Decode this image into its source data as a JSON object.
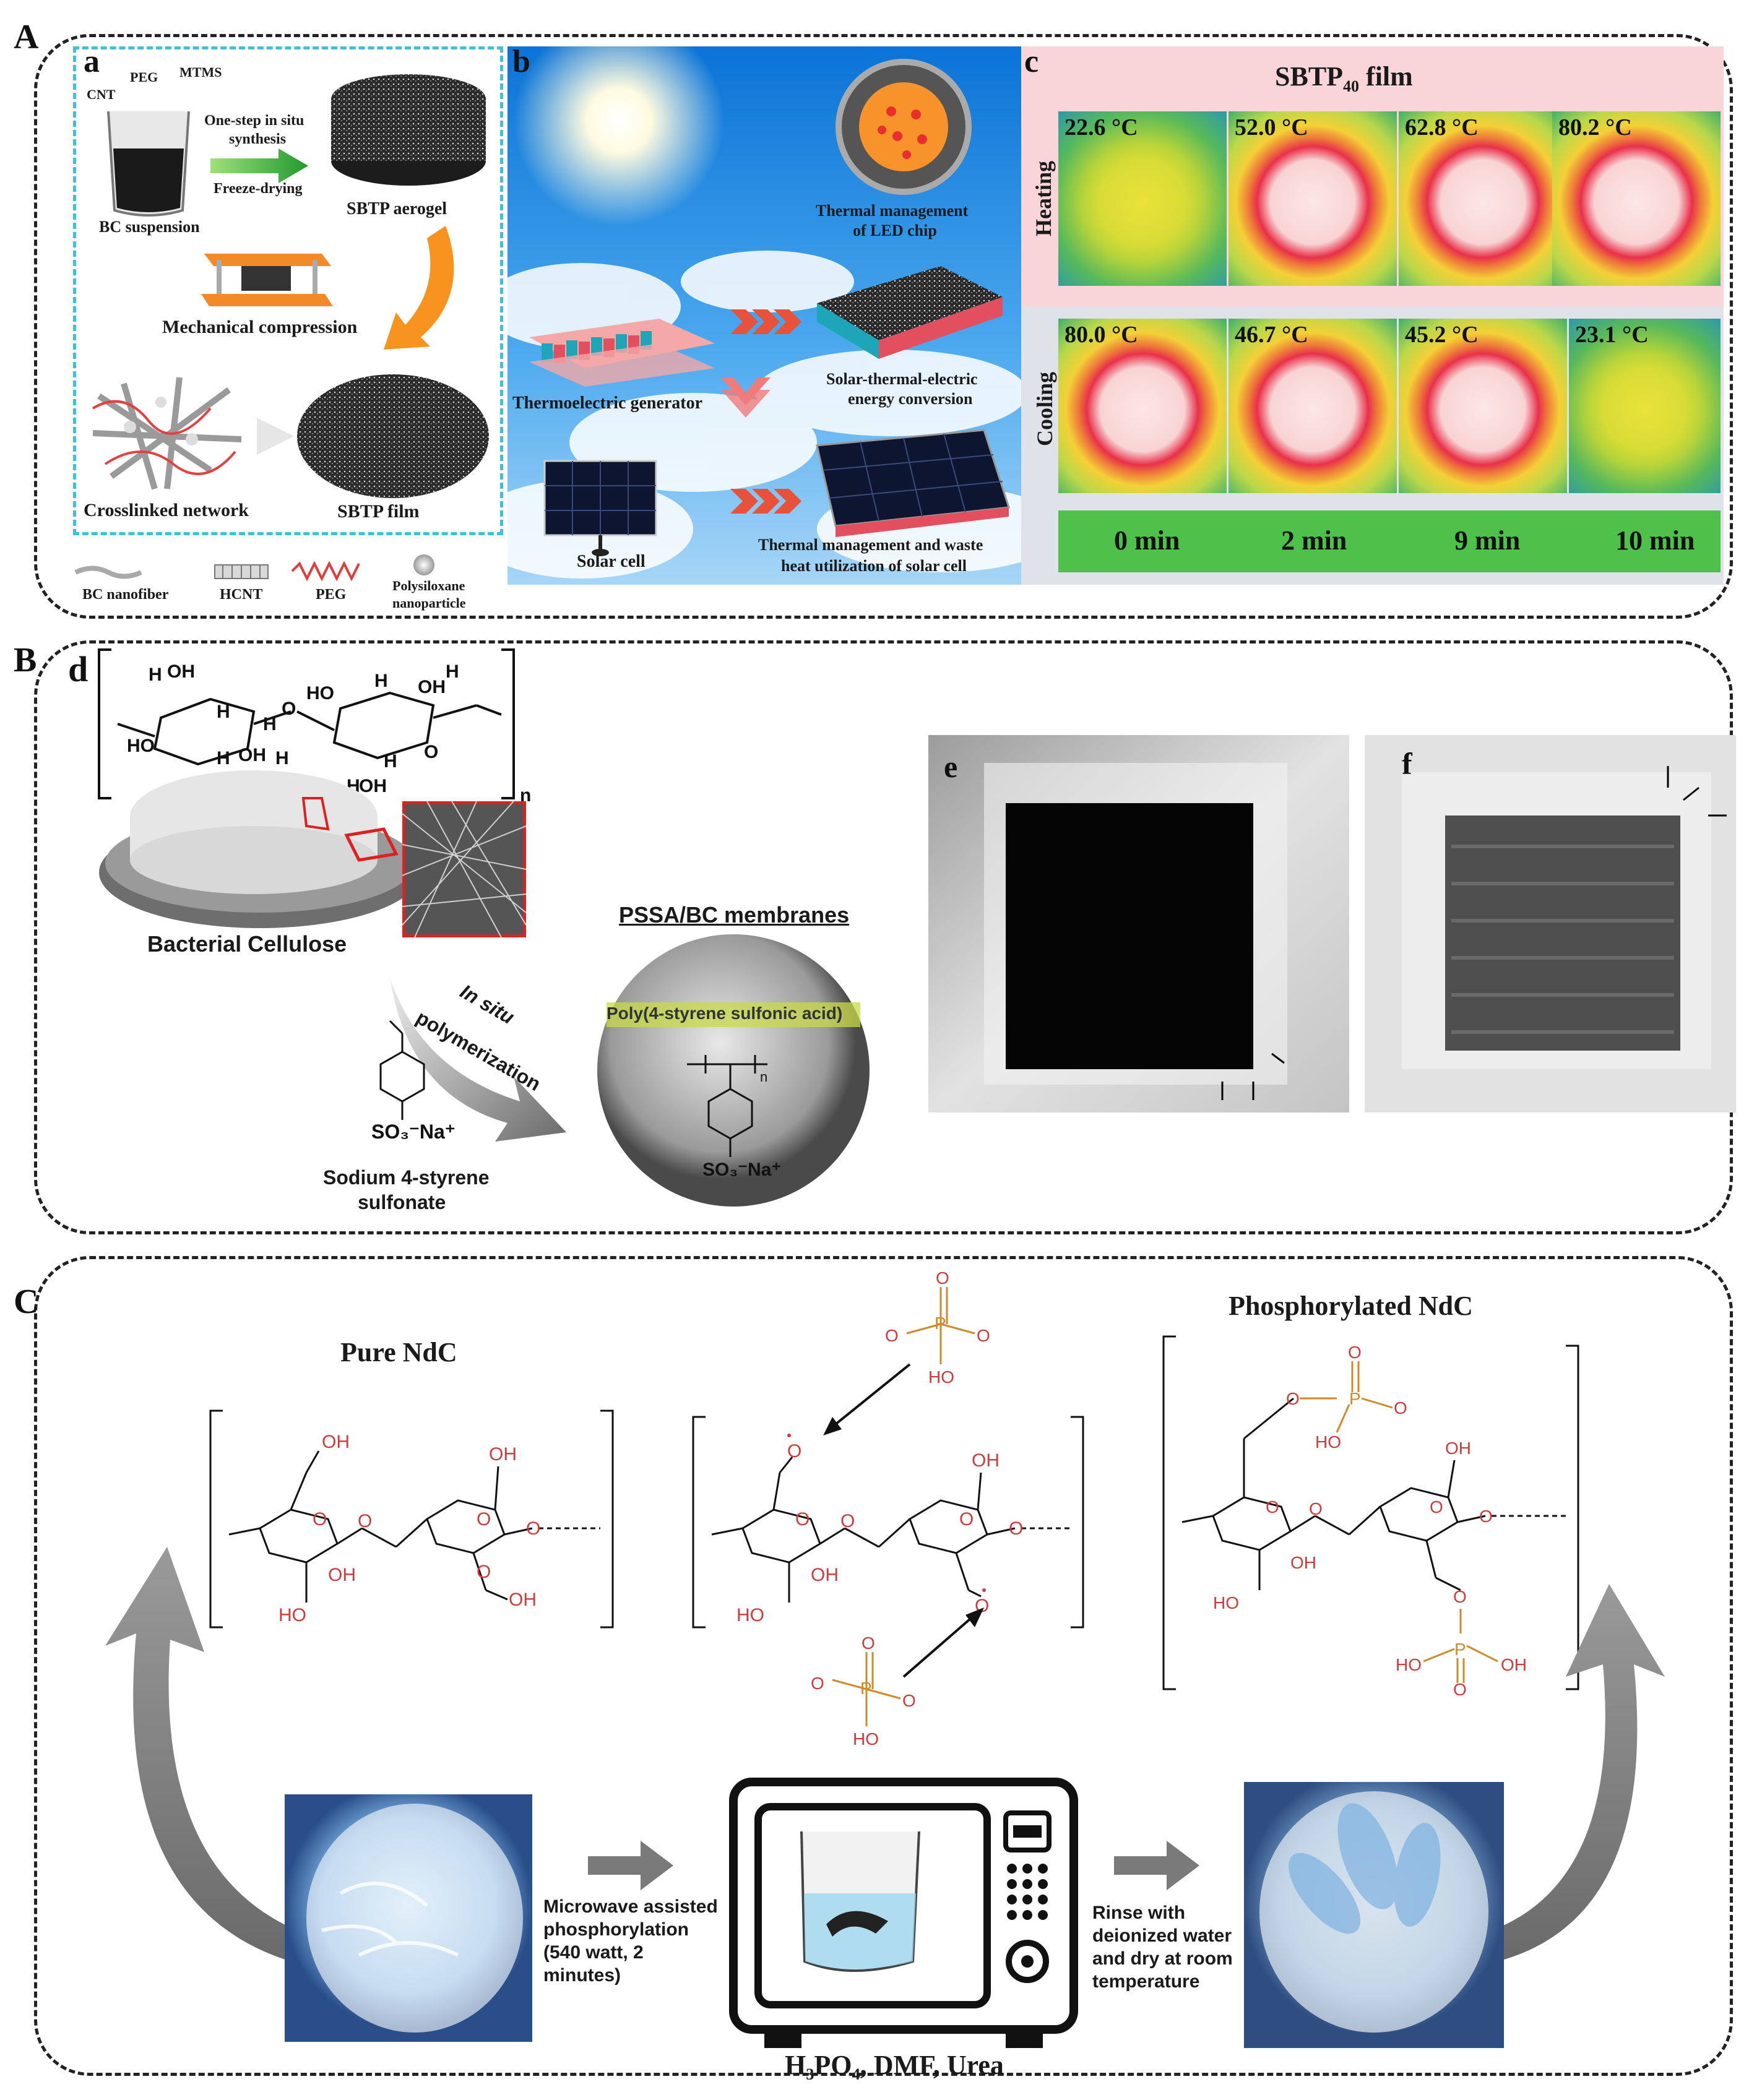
{
  "panels": {
    "A": {
      "letter": "A",
      "a": {
        "letter": "a",
        "cnt": "CNT",
        "peg": "PEG",
        "mtms": "MTMS",
        "one_step": "One-step in situ",
        "synthesis": "synthesis",
        "freeze": "Freeze-drying",
        "bc_susp": "BC suspension",
        "aerogel": "SBTP aerogel",
        "compression": "Mechanical compression",
        "network": "Crosslinked network",
        "film": "SBTP film",
        "legend": [
          "BC nanofiber",
          "HCNT",
          "PEG",
          "Polysiloxane",
          "nanoparticle"
        ]
      },
      "b": {
        "letter": "b",
        "led1": "Thermal management",
        "led2": "of LED chip",
        "teg": "Thermoelectric generator",
        "ste1": "Solar-thermal-electric",
        "ste2": "energy conversion",
        "solar_cell": "Solar cell",
        "tm1": "Thermal management and waste",
        "tm2": "heat utilization of solar cell"
      },
      "c": {
        "letter": "c",
        "title_main": "SBTP",
        "title_sub": "40",
        "title_rest": " film",
        "heating": "Heating",
        "cooling": "Cooling",
        "heating_temps": [
          "22.6 °C",
          "52.0 °C",
          "62.8 °C",
          "80.2 °C"
        ],
        "cooling_temps": [
          "80.0 °C",
          "46.7 °C",
          "45.2 °C",
          "23.1 °C"
        ],
        "times": [
          "0 min",
          "2 min",
          "9 min",
          "10 min"
        ]
      }
    },
    "B": {
      "letter": "B",
      "d": {
        "letter": "d",
        "bc": "Bacterial Cellulose",
        "membranes": "PSSA/BC membranes",
        "insitu": "In situ",
        "polym": "polymerization",
        "monomer1": "Sodium 4-styrene",
        "monomer2": "sulfonate",
        "pssa_band": "Poly(4-styrene sulfonic acid)"
      },
      "e": {
        "letter": "e"
      },
      "f": {
        "letter": "f"
      }
    },
    "C": {
      "letter": "C",
      "pure": "Pure NdC",
      "phos": "Phosphorylated NdC",
      "microwave": [
        "Microwave assisted",
        "phosphorylation",
        "(540 watt, 2",
        "minutes)"
      ],
      "rinse": [
        "Rinse with",
        "deionized water",
        "and dry at room",
        "temperature"
      ],
      "reagents": "H₃PO₄, DMF, Urea"
    }
  },
  "colors": {
    "dash": "#222222",
    "cyan_box": "#3fc0d8",
    "panel_c_bg": "#f9d4d8",
    "time_bar": "#4dc14a",
    "oxygen": "#d13a3a",
    "phosphorus": "#d18a2a"
  }
}
